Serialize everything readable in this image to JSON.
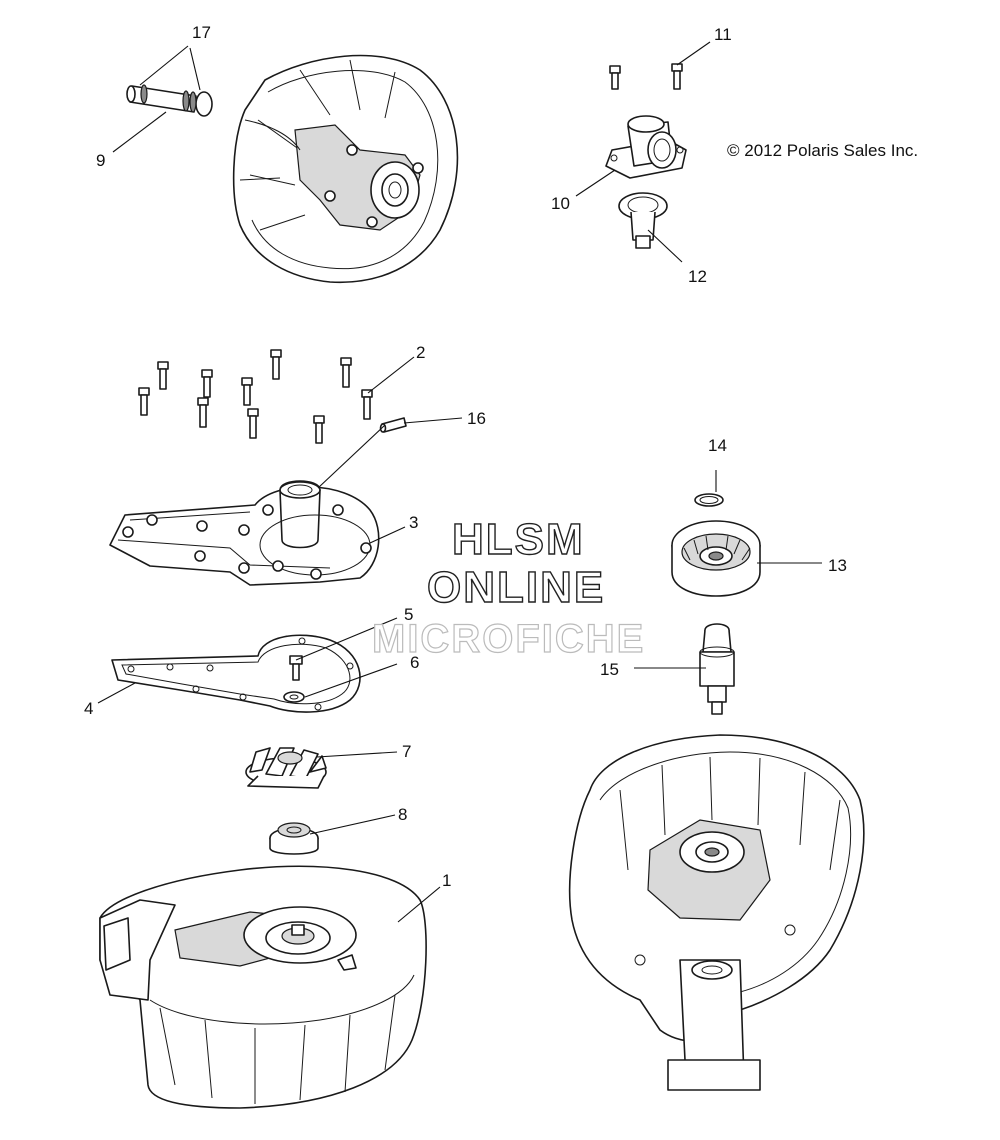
{
  "copyright": "© 2012 Polaris Sales Inc.",
  "watermark": {
    "line1": "HLSM",
    "line2": "ONLINE",
    "line3": "MICROFICHE"
  },
  "callouts": {
    "c1": "1",
    "c2": "2",
    "c3": "3",
    "c4": "4",
    "c5": "5",
    "c6": "6",
    "c7": "7",
    "c8": "8",
    "c9": "9",
    "c10": "10",
    "c11": "11",
    "c12": "12",
    "c13": "13",
    "c14": "14",
    "c15": "15",
    "c16": "16",
    "c17": "17"
  }
}
